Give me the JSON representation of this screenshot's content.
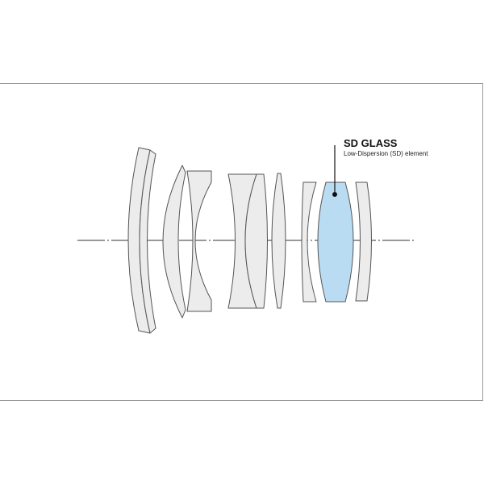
{
  "callout": {
    "title": "SD GLASS",
    "subtitle": "Low-Dispersion (SD) element"
  },
  "colors": {
    "lens_fill": "#ececec",
    "lens_outline": "#555555",
    "sd_glass_fill": "#b9dcf3",
    "frame_border": "#9a9a9a"
  },
  "diagram": {
    "lens_element_count": 10,
    "highlighted_element": 9
  }
}
